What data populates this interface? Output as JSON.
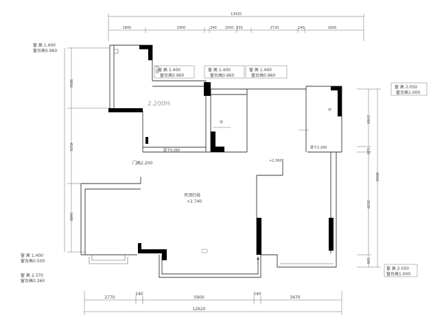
{
  "top_dims": {
    "overall": "13420",
    "segments": [
      "1800",
      "2900",
      "240",
      "1550",
      "830",
      "2720",
      "140",
      "1600"
    ]
  },
  "bottom_dims": {
    "overall": "12620",
    "segments": [
      "2770",
      "240",
      "5900",
      "240",
      "3470"
    ]
  },
  "left_dims": [
    "3800",
    "4520",
    "3480"
  ],
  "right_dims": [
    "2300",
    "120",
    "3530",
    "8000",
    "180"
  ],
  "window_notes": [
    {
      "h": "窗 高 1.400",
      "sill": "窗台高0.960"
    },
    {
      "h": "窗 高 1.400",
      "sill": "窗台高0.960"
    },
    {
      "h": "窗 高 1.400",
      "sill": "窗台高0.960"
    },
    {
      "h": "窗 高 1.400",
      "sill": "窗台高0.960"
    },
    {
      "h": "窗 高 2.050",
      "sill": "窗台高1.000"
    },
    {
      "h": "窗 高 1.400",
      "sill": "窗台高0.500"
    },
    {
      "h": "窗 高 2.370",
      "sill": "窗台高0.260"
    },
    {
      "h": "窗 高 2.050",
      "sill": "窗台高1.000"
    }
  ],
  "room_labels": {
    "ceiling": "2.200H",
    "living": "吊顶灯线",
    "living_level": "+2.740",
    "door_height": "门高2.200",
    "beam_1": "梁下0.260",
    "beam_2": "+2.260",
    "beam_3": "梁下2.260",
    "small_1": "2.50",
    "small_2": "中",
    "small_3": "中"
  }
}
